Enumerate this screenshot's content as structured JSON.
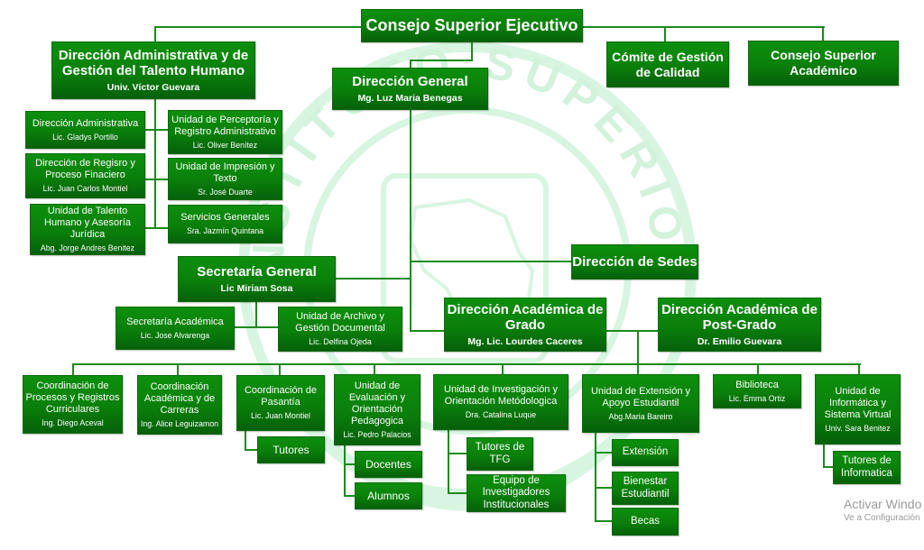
{
  "watermark": {
    "text": "INSTITUTO SUPERIOR",
    "color": "#d4f3dd"
  },
  "colors": {
    "box": "#0a7f0a",
    "line": "#1c8a1c",
    "text": "#ffffff"
  },
  "nodes": {
    "consejo_ejecutivo": {
      "title": "Consejo Superior Ejecutivo"
    },
    "admin_talento": {
      "title": "Dirección Administrativa y de\nGestión del Talento Humano",
      "name": "Univ. Víctor Guevara"
    },
    "direccion_general": {
      "title": "Dirección General",
      "name": "Mg. Luz Maria Benegas"
    },
    "comite_calidad": {
      "title": "Cómite de Gestión\nde Calidad"
    },
    "consejo_academico": {
      "title": "Consejo Superior\nAcadémico"
    },
    "dir_administrativa": {
      "title": "Dirección Administrativa",
      "name": "Lic. Gladys Portillo"
    },
    "unidad_perceptoria": {
      "title": "Unidad de Perceptoría y\nRegistro Administrativo",
      "name": "Lic. Oliver Benítez"
    },
    "dir_registro": {
      "title": "Dirección de Regisro y\nProceso Finaciero",
      "name": "Lic. Juan Carlos Montiel"
    },
    "unidad_impresion": {
      "title": "Unidad de Impresión y\nTexto",
      "name": "Sr. José Duarte"
    },
    "unidad_talento": {
      "title": "Unidad de Talento\nHumano y Asesoría\nJurídica",
      "name": "Abg. Jorge Andres Benitez"
    },
    "servicios_generales": {
      "title": "Servicios Generales",
      "name": "Sra. Jazmín Quintana"
    },
    "secretaria_general": {
      "title": "Secretaría General",
      "name": "Lic Miriam Sosa"
    },
    "secretaria_academica": {
      "title": "Secretaría Académica",
      "name": "Lic. Jose Alvarenga"
    },
    "unidad_archivo": {
      "title": "Unidad de Archivo y\nGestión Documental",
      "name": "Lic. Delfina Ojeda"
    },
    "direccion_sedes": {
      "title": "Dirección de Sedes"
    },
    "academica_grado": {
      "title": "Dirección Académica de\nGrado",
      "name": "Mg. Lic. Lourdes Caceres"
    },
    "academica_postgrado": {
      "title": "Dirección Académica de\nPost-Grado",
      "name": "Dr. Emilio Guevara"
    },
    "coord_procesos": {
      "title": "Coordinación de\nProcesos y Registros\nCurriculares",
      "name": "Ing. Diego Aceval"
    },
    "coord_academica": {
      "title": "Coordinación\nAcadémica y de\nCarreras",
      "name": "Ing. Alice Leguizamon"
    },
    "coord_pasantia": {
      "title": "Coordinación de\nPasantía",
      "name": "Lic. Juan Montiel"
    },
    "tutores": {
      "title": "Tutores"
    },
    "unidad_evaluacion": {
      "title": "Unidad de\nEvaluación y\nOrientación\nPedagogica",
      "name": "Lic. Pedro Palacios"
    },
    "docentes": {
      "title": "Docentes"
    },
    "alumnos": {
      "title": "Alumnos"
    },
    "unidad_investigacion": {
      "title": "Unidad de Investigación y\nOrientación Metódologica",
      "name": "Dra. Catalina Luque"
    },
    "tutores_tfg": {
      "title": "Tutores de\nTFG"
    },
    "equipo_investigadores": {
      "title": "Equipo de\nInvestigadores\nInstitucionales"
    },
    "unidad_extension": {
      "title": "Unidad de Extensión y\nApoyo Estudiantil",
      "name": "Abg.Maria Bareiro"
    },
    "extension": {
      "title": "Extensión"
    },
    "bienestar": {
      "title": "Bienestar\nEstudiantil"
    },
    "becas": {
      "title": "Becas"
    },
    "biblioteca": {
      "title": "Biblioteca",
      "name": "Lic. Emma Ortiz"
    },
    "unidad_informatica": {
      "title": "Unidad de\nInformática y\nSistema Virtual",
      "name": "Univ. Sara Benitez"
    },
    "tutores_informatica": {
      "title": "Tutores de\nInformatica"
    }
  },
  "os_overlay": {
    "line1": "Activar Windo",
    "line2": "Ve a Configuración"
  }
}
